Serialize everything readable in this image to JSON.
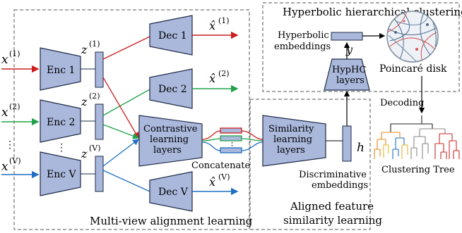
{
  "sections": {
    "multiview": "Multi-view alignment learning",
    "similarity_line1": "Aligned feature",
    "similarity_line2": "similarity learning",
    "hyperbolic": "Hyperbolic hierarchical clustering"
  },
  "inputs": [
    {
      "label": "x",
      "sup": "(1)"
    },
    {
      "label": "x",
      "sup": "(2)"
    },
    {
      "label": "x",
      "sup": "(V)"
    }
  ],
  "encoders": [
    "Enc 1",
    "Enc 2",
    "Enc V"
  ],
  "latents": [
    {
      "label": "z",
      "sup": "(1)"
    },
    {
      "label": "z",
      "sup": "(2)"
    },
    {
      "label": "z",
      "sup": "(V)"
    }
  ],
  "decoders": [
    "Dec 1",
    "Dec 2",
    "Dec V"
  ],
  "outputs": [
    {
      "label": "x̂",
      "sup": "(1)"
    },
    {
      "label": "x̂",
      "sup": "(2)"
    },
    {
      "label": "x̂",
      "sup": "(V)"
    }
  ],
  "dots": "⋮",
  "contrastive": [
    "Contrastive",
    "learning",
    "layers"
  ],
  "concatenate": "Concatenate",
  "similarity_layers": [
    "Similarity",
    "learning",
    "layers"
  ],
  "h_label": "h",
  "discriminative": [
    "Discriminative",
    "embeddings"
  ],
  "hyphc": [
    "HypHC",
    "layers"
  ],
  "y_label": "y",
  "hyperbolic_embeddings": [
    "Hyperbolic",
    "embeddings"
  ],
  "poincare": "Poincaré disk",
  "decoding": "Decoding",
  "clustering_tree": "Clustering Tree",
  "colors": {
    "view1": "#cc1f1f",
    "view2": "#1fa34a",
    "viewV": "#1f6fc4",
    "block_fill": "#aab8dc",
    "block_stroke": "#1e2a45"
  }
}
